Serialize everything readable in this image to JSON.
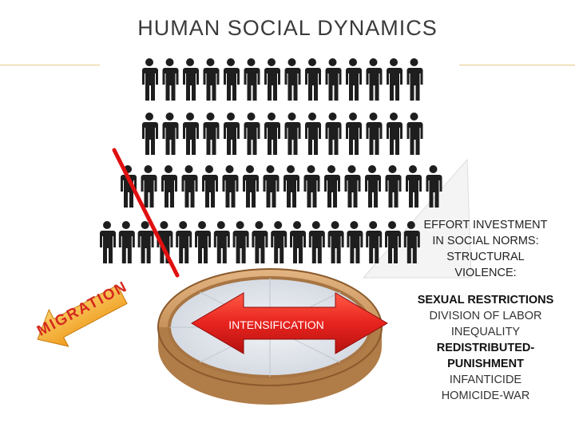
{
  "title": "HUMAN  SOCIAL DYNAMICS",
  "migration_label": "MIGRATION",
  "intensification_label": "INTENSIFICATION",
  "heading_lines": [
    "EFFORT INVESTMENT",
    "IN SOCIAL NORMS:",
    "STRUCTURAL",
    "VIOLENCE:"
  ],
  "items": [
    {
      "text": "SEXUAL RESTRICTIONS",
      "bold": true
    },
    {
      "text": "DIVISION OF LABOR",
      "bold": false
    },
    {
      "text": "INEQUALITY",
      "bold": false
    },
    {
      "text": "REDISTRIBUTED-",
      "bold": true
    },
    {
      "text": "PUNISHMENT",
      "bold": true
    },
    {
      "text": "INFANTICIDE",
      "bold": false
    },
    {
      "text": "HOMICIDE-WAR",
      "bold": false
    }
  ],
  "colors": {
    "arrow_red": "#e8231f",
    "arrow_orange": "#f2a51e",
    "people": "#1e1e1e",
    "sieve_wood": "#c9935c",
    "line_red": "#e01010"
  }
}
